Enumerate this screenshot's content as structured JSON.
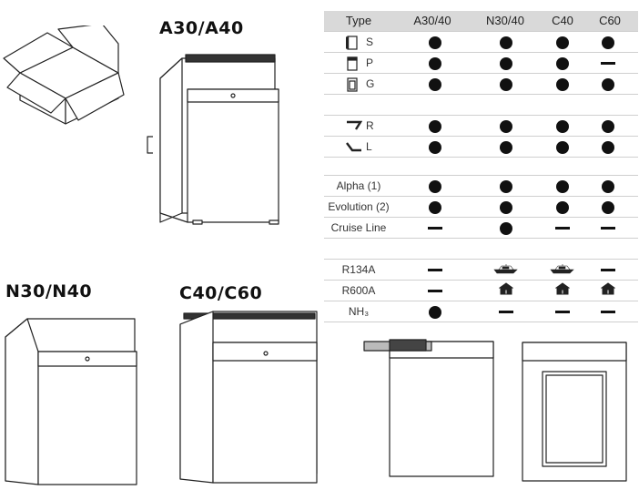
{
  "labels": {
    "a30": "A30/A40",
    "n30": "N30/N40",
    "c40": "C40/C60"
  },
  "table": {
    "header": [
      "Type",
      "A30/40",
      "N30/40",
      "C40",
      "C60"
    ],
    "groups": [
      [
        {
          "label": "S",
          "icon": "door-solid-icon",
          "vals": [
            "dot",
            "dot",
            "dot",
            "dot"
          ]
        },
        {
          "label": "P",
          "icon": "door-panel-icon",
          "vals": [
            "dot",
            "dot",
            "dot",
            "dash"
          ]
        },
        {
          "label": "G",
          "icon": "door-glass-icon",
          "vals": [
            "dot",
            "dot",
            "dot",
            "dot"
          ]
        }
      ],
      [
        {
          "label": "R",
          "icon": "hinge-right-icon",
          "vals": [
            "dot",
            "dot",
            "dot",
            "dot"
          ]
        },
        {
          "label": "L",
          "icon": "hinge-left-icon",
          "vals": [
            "dot",
            "dot",
            "dot",
            "dot"
          ]
        }
      ],
      [
        {
          "label": "Alpha (1)",
          "icon": "",
          "vals": [
            "dot",
            "dot",
            "dot",
            "dot"
          ]
        },
        {
          "label": "Evolution (2)",
          "icon": "",
          "vals": [
            "dot",
            "dot",
            "dot",
            "dot"
          ]
        },
        {
          "label": "Cruise Line",
          "icon": "",
          "vals": [
            "dash",
            "dot",
            "dash",
            "dash"
          ]
        }
      ],
      [
        {
          "label": "R134A",
          "icon": "",
          "vals": [
            "dash",
            "yacht",
            "yacht",
            "dash"
          ]
        },
        {
          "label": "R600A",
          "icon": "",
          "vals": [
            "dash",
            "house",
            "house",
            "house"
          ]
        },
        {
          "label": "NH₃",
          "icon": "",
          "vals": [
            "dot",
            "dash",
            "dash",
            "dash"
          ]
        }
      ]
    ]
  }
}
